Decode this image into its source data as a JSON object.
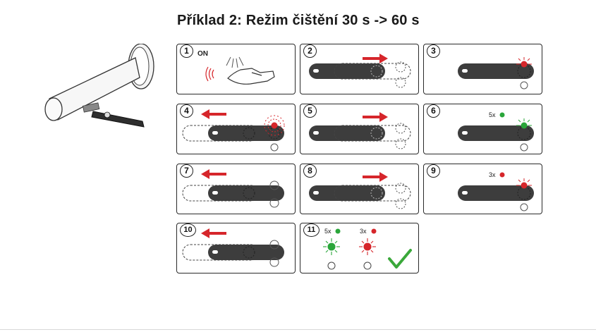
{
  "title": "Příklad 2: Režim čištění 30 s -> 60 s",
  "steps": [
    {
      "number": "1",
      "label": "ON"
    },
    {
      "number": "2"
    },
    {
      "number": "3"
    },
    {
      "number": "4"
    },
    {
      "number": "5"
    },
    {
      "number": "6",
      "count": "5x"
    },
    {
      "number": "7"
    },
    {
      "number": "8"
    },
    {
      "number": "9",
      "count": "3x"
    },
    {
      "number": "10"
    },
    {
      "number": "11",
      "count_green": "5x",
      "count_red": "3x"
    }
  ],
  "colors": {
    "red": "#d6262b",
    "green": "#2aa63a",
    "lever": "#3d3d3d",
    "check": "#3aa83a"
  }
}
